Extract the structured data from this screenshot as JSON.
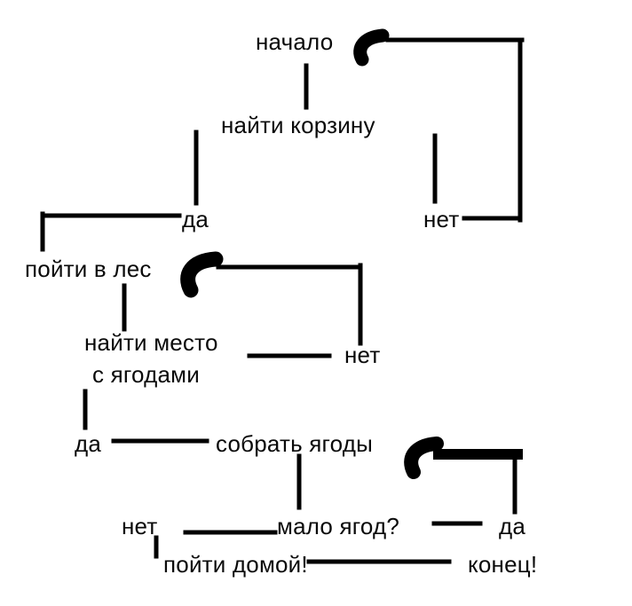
{
  "diagram": {
    "nodes": {
      "start": "начало",
      "find_basket": "найти корзину",
      "basket_yes": "да",
      "basket_no": "нет",
      "go_forest": "пойти в лес",
      "find_place": "найти место",
      "with_berries": "с ягодами",
      "place_no": "нет",
      "place_yes": "да",
      "collect_berries": "собрать ягоды",
      "few_no": "нет",
      "few_question": "мало ягод?",
      "few_yes": "да",
      "go_home": "пойти домой!",
      "end": "конец!"
    },
    "colors": {
      "line": "#000000",
      "text": "#0a0a0a",
      "background": "#ffffff"
    }
  }
}
